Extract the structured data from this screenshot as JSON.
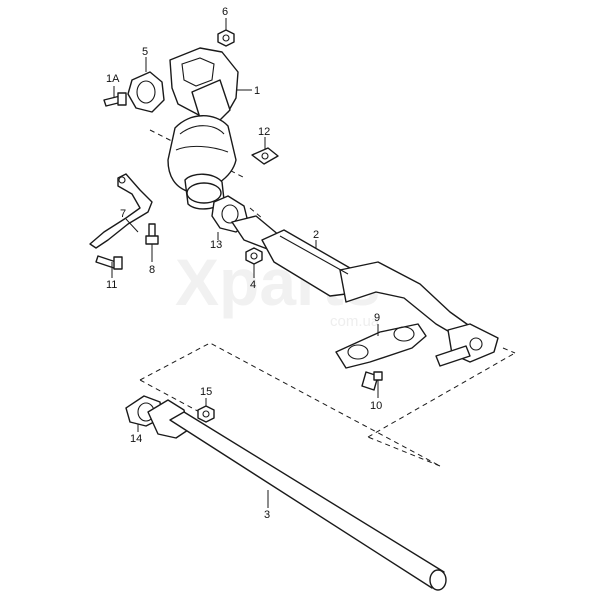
{
  "watermark": {
    "brand": "Xparts",
    "suffix": "com.ua"
  },
  "callouts": {
    "c1": "1",
    "c1a": "1A",
    "c2": "2",
    "c3": "3",
    "c4": "4",
    "c5": "5",
    "c6": "6",
    "c7": "7",
    "c8": "8",
    "c9": "9",
    "c10": "10",
    "c11": "11",
    "c12": "12",
    "c13": "13",
    "c14": "14",
    "c15": "15"
  }
}
